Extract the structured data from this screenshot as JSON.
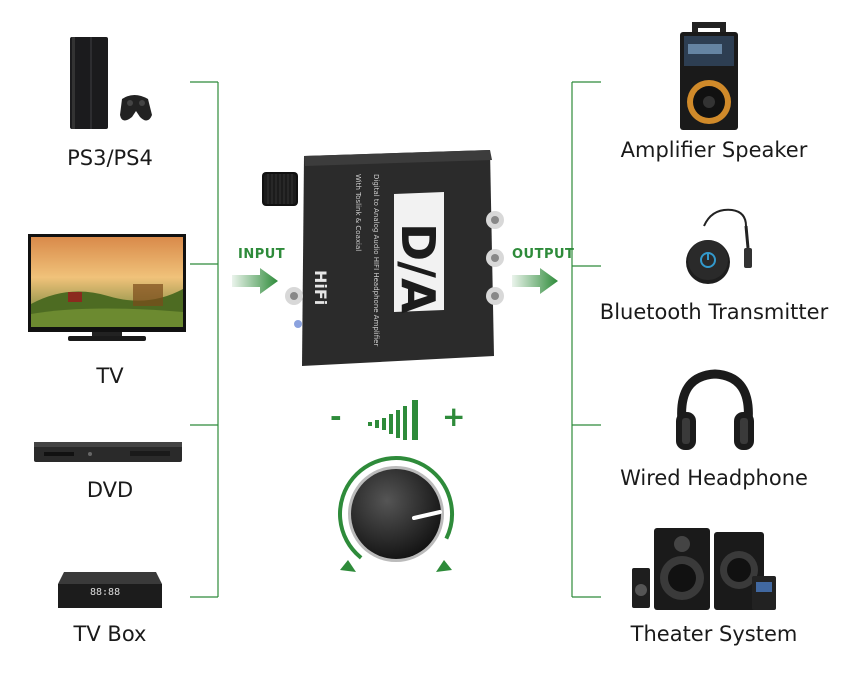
{
  "inputs": [
    {
      "label": "PS3/PS4",
      "icon": "game-console-icon"
    },
    {
      "label": "TV",
      "icon": "television-icon"
    },
    {
      "label": "DVD",
      "icon": "dvd-player-icon"
    },
    {
      "label": "TV Box",
      "icon": "tv-box-icon"
    }
  ],
  "outputs": [
    {
      "label": "Amplifier Speaker",
      "icon": "amplifier-speaker-icon"
    },
    {
      "label": "Bluetooth Transmitter",
      "icon": "bluetooth-transmitter-icon"
    },
    {
      "label": "Wired Headphone",
      "icon": "wired-headphone-icon"
    },
    {
      "label": "Theater System",
      "icon": "theater-system-icon"
    }
  ],
  "arrows": {
    "input": "INPUT",
    "output": "OUTPUT"
  },
  "device": {
    "logo": "D/A",
    "hifi": "HiFi",
    "text_line1": "Digital to Analog Audio HIFI Headphone Amplifier",
    "text_line2": "With Toslink & Coaxial"
  },
  "tvbox_display": "88:88",
  "volume": {
    "minus": "-",
    "plus": "+"
  },
  "colors": {
    "accent": "#2e8b3a",
    "device": "#2b2b2b"
  }
}
